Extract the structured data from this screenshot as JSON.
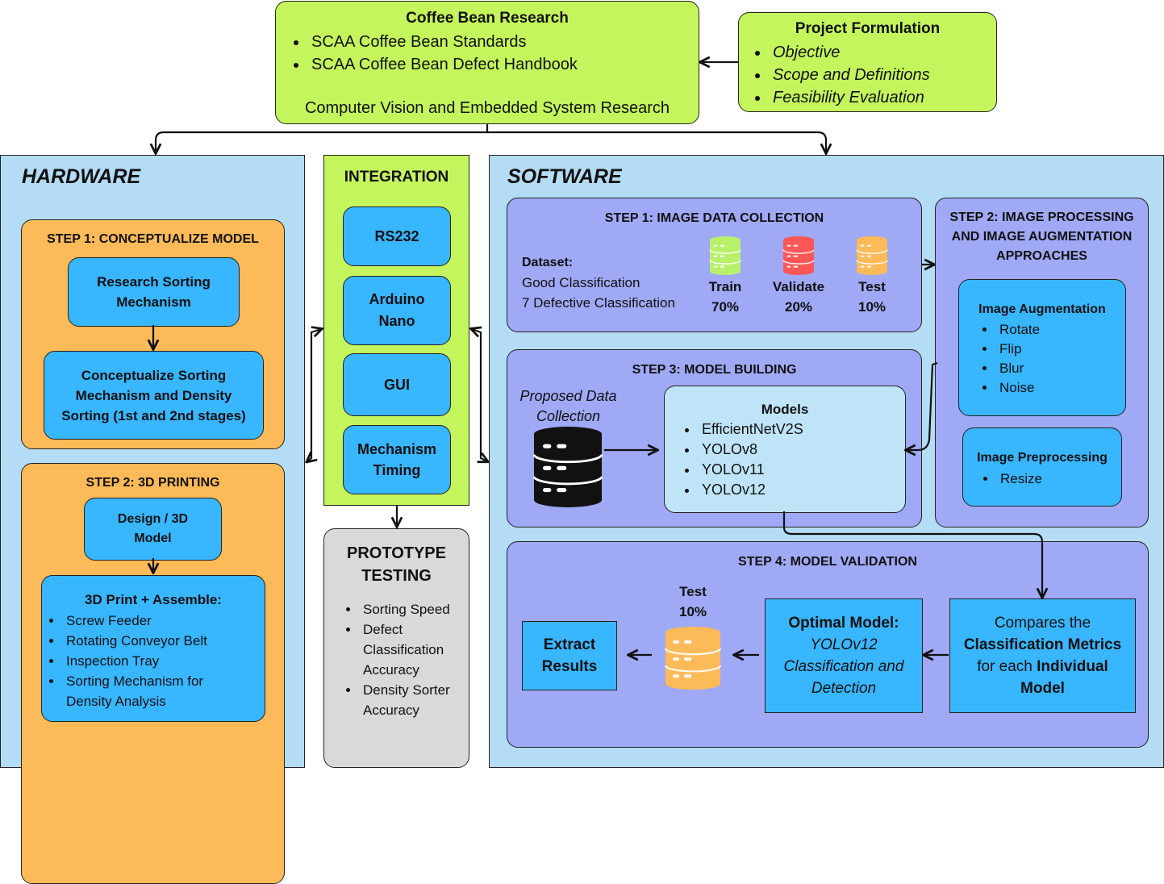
{
  "top": {
    "research": {
      "title": "Coffee Bean Research",
      "items": [
        "SCAA Coffee Bean Standards",
        "SCAA Coffee Bean Defect Handbook"
      ],
      "footer": "Computer Vision and Embedded System Research"
    },
    "formulation": {
      "title": "Project Formulation",
      "items": [
        "Objective",
        "Scope and Definitions",
        "Feasibility Evaluation"
      ]
    }
  },
  "hardware": {
    "title": "HARDWARE",
    "step1": {
      "title": "STEP 1: CONCEPTUALIZE MODEL",
      "box1": "Research Sorting Mechanism",
      "box2": "Conceptualize Sorting Mechanism and Density Sorting (1st and 2nd stages)"
    },
    "step2": {
      "title": "STEP 2: 3D PRINTING",
      "box1": "Design / 3D Model",
      "assemble_title": "3D Print + Assemble:",
      "items": [
        "Screw Feeder",
        "Rotating Conveyor Belt",
        "Inspection Tray",
        "Sorting Mechanism for Density Analysis"
      ]
    }
  },
  "integration": {
    "title": "INTEGRATION",
    "items": [
      "RS232",
      "Arduino Nano",
      "GUI",
      "Mechanism Timing"
    ]
  },
  "prototype": {
    "title": "PROTOTYPE TESTING",
    "items": [
      "Sorting Speed",
      "Defect Classification Accuracy",
      "Density Sorter Accuracy"
    ]
  },
  "software": {
    "title": "SOFTWARE",
    "step1": {
      "title": "STEP 1: IMAGE DATA COLLECTION",
      "dataset_label": "Dataset:",
      "dataset_lines": [
        "Good Classification",
        "7 Defective Classification"
      ],
      "splits": [
        {
          "name": "Train",
          "pct": "70%",
          "color": "#b8f06a"
        },
        {
          "name": "Validate",
          "pct": "20%",
          "color": "#ff5757"
        },
        {
          "name": "Test",
          "pct": "10%",
          "color": "#fcba58"
        }
      ]
    },
    "step2": {
      "title": "STEP 2: IMAGE PROCESSING AND IMAGE AUGMENTATION APPROACHES",
      "augmentation_title": "Image Augmentation",
      "augmentation_items": [
        "Rotate",
        "Flip",
        "Blur",
        "Noise"
      ],
      "preprocessing_title": "Image Preprocessing",
      "preprocessing_items": [
        "Resize"
      ]
    },
    "step3": {
      "title": "STEP 3: MODEL BUILDING",
      "proposed": "Proposed Data Collection",
      "models_title": "Models",
      "models": [
        "EfficientNetV2S",
        "YOLOv8",
        "YOLOv11",
        "YOLOv12"
      ]
    },
    "step4": {
      "title": "STEP 4: MODEL VALIDATION",
      "extract": "Extract Results",
      "test_label": "Test",
      "test_pct": "10%",
      "optimal_title": "Optimal Model:",
      "optimal_body": "YOLOv12 Classification and Detection",
      "compare_pre": "Compares the",
      "compare_bold1": "Classification Metrics",
      "compare_mid": "for each",
      "compare_bold2": "Individual Model"
    }
  },
  "colors": {
    "green": "#c4f55c",
    "light_blue": "#b4dcf4",
    "periwinkle": "#9fa9f5",
    "orange": "#fcba58",
    "blue": "#38b6ff",
    "gray": "#d9d9d9",
    "database_dark": "#111111"
  }
}
